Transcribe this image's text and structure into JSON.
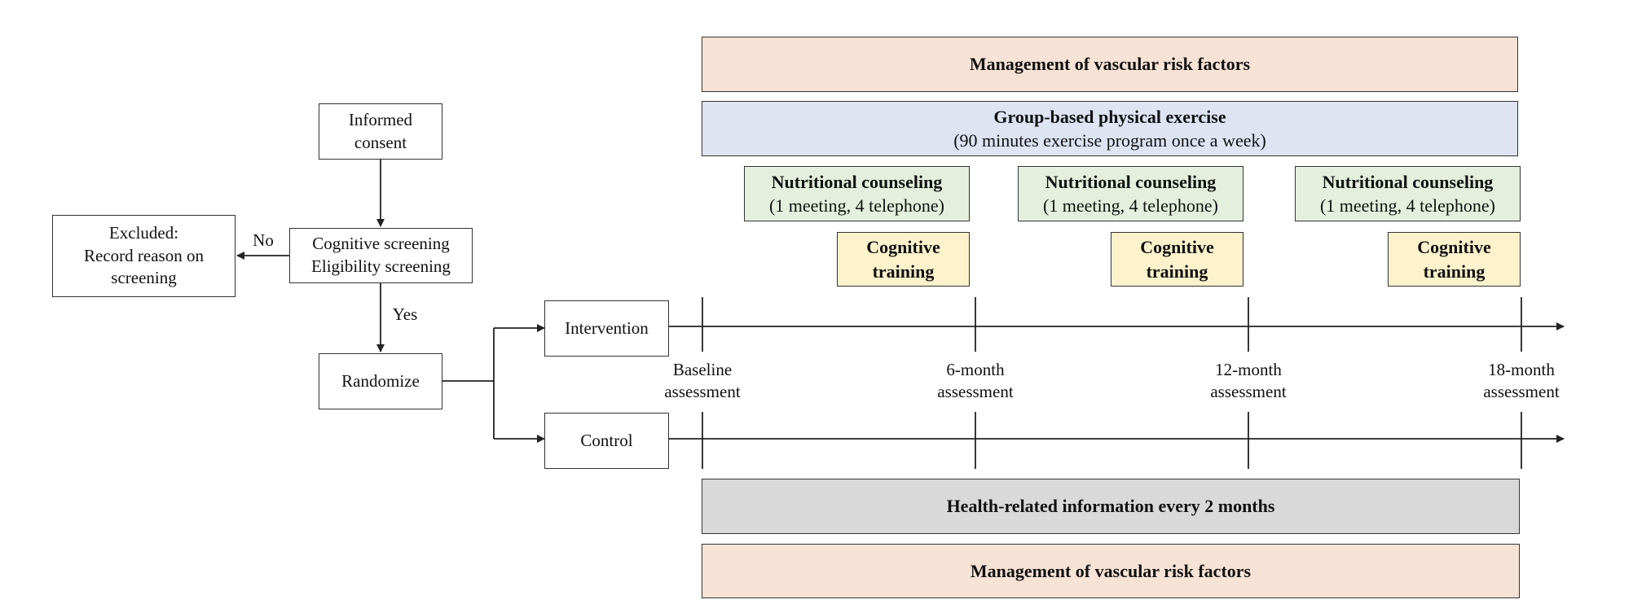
{
  "colors": {
    "vascular": "#f7e3d6",
    "exercise": "#dfe4f3",
    "nutrition": "#e4efdd",
    "cognitive": "#fdf2cc",
    "health": "#d9d9d9",
    "line": "#333333"
  },
  "flow": {
    "consent": [
      "Informed",
      "consent"
    ],
    "screening": [
      "Cognitive screening",
      "Eligibility screening"
    ],
    "excluded": [
      "Excluded:",
      "Record reason on",
      "screening"
    ],
    "no_label": "No",
    "yes_label": "Yes",
    "randomize": "Randomize",
    "intervention": "Intervention",
    "control": "Control"
  },
  "timeline": {
    "assessments": [
      [
        "Baseline",
        "assessment"
      ],
      [
        "6-month",
        "assessment"
      ],
      [
        "12-month",
        "assessment"
      ],
      [
        "18-month",
        "assessment"
      ]
    ]
  },
  "bands": {
    "vascular_top": "Management of vascular risk factors",
    "exercise_title": "Group-based physical exercise",
    "exercise_detail": "(90 minutes exercise program once a week)",
    "nutrition": [
      {
        "title": "Nutritional counseling",
        "detail": "(1 meeting, 4 telephone)"
      },
      {
        "title": "Nutritional counseling",
        "detail": "(1 meeting, 4 telephone)"
      },
      {
        "title": "Nutritional counseling",
        "detail": "(1 meeting, 4 telephone)"
      }
    ],
    "cognitive": [
      [
        "Cognitive",
        "training"
      ],
      [
        "Cognitive",
        "training"
      ],
      [
        "Cognitive",
        "training"
      ]
    ],
    "health": "Health-related information every 2 months",
    "vascular_bottom": "Management of vascular risk factors"
  }
}
